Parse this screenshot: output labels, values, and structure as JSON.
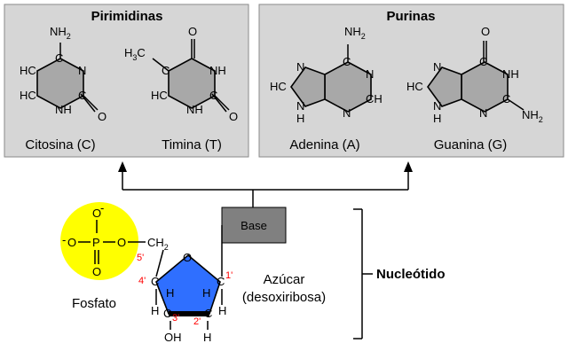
{
  "title": "",
  "panels": {
    "pyrimidines_title": "Pirimidinas",
    "purines_title": "Purinas"
  },
  "bases": {
    "cytosine": "Citosina (C)",
    "thymine": "Timina (T)",
    "adenine": "Adenina (A)",
    "guanine": "Guanina (G)"
  },
  "atoms": {
    "nh2": "NH",
    "nh2_sub": "2",
    "h3c": "H",
    "h3c_sub": "3",
    "c": "C",
    "o": "O",
    "n": "N",
    "nh": "NH",
    "h": "H",
    "hc": "HC",
    "ch": "CH",
    "oh": "OH",
    "ch2": "CH",
    "ch2_sub": "2",
    "p": "P",
    "o_minus": "O",
    "minus": "-"
  },
  "nucleotide": {
    "base_box": "Base",
    "phosphate": "Fosfato",
    "sugar": "Azúcar",
    "sugar_detail": "(desoxiribosa)",
    "bracket_label": "Nucleótido",
    "carbon_numbers": [
      "5'",
      "4'",
      "3'",
      "2'",
      "1'"
    ]
  },
  "colors": {
    "panel_bg": "#d6d6d6",
    "ring_fill": "#a8a8a8",
    "base_box": "#808080",
    "phosphate": "#ffff00",
    "sugar": "#2f6fff",
    "carbon_numbers": "#ff0000"
  }
}
